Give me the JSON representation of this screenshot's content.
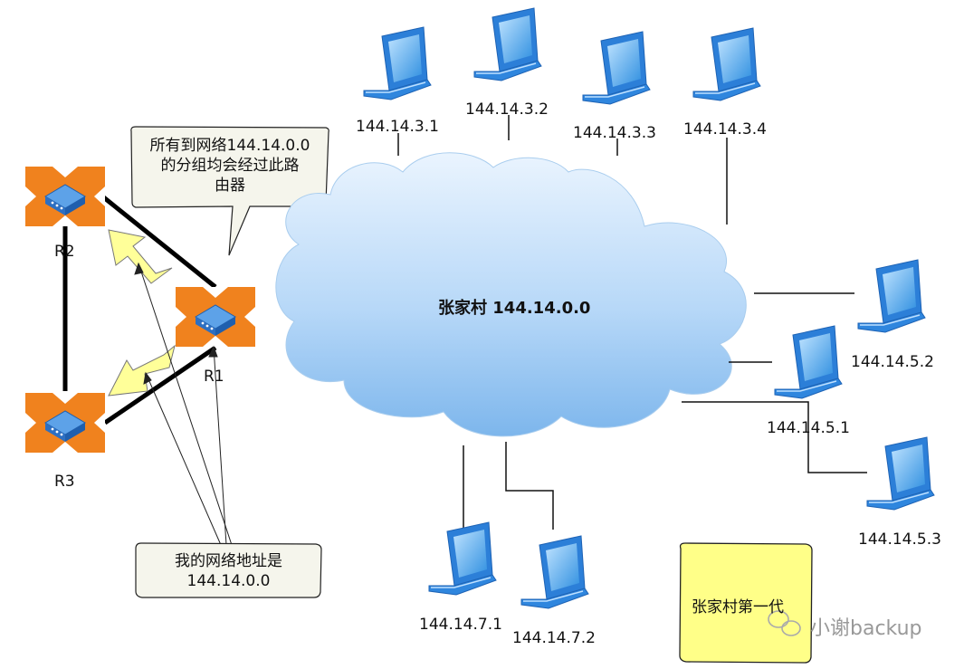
{
  "cloud": {
    "title": "张家村 144.14.0.0"
  },
  "routers": [
    {
      "id": "r1",
      "label": "R1"
    },
    {
      "id": "r2",
      "label": "R2"
    },
    {
      "id": "r3",
      "label": "R3"
    }
  ],
  "hosts": {
    "top": [
      "144.14.3.1",
      "144.14.3.2",
      "144.14.3.3",
      "144.14.3.4"
    ],
    "right": [
      "144.14.5.2",
      "144.14.5.1",
      "144.14.5.3"
    ],
    "bottom": [
      "144.14.7.1",
      "144.14.7.2"
    ]
  },
  "callouts": {
    "top_line1": "所有到网络144.14.0.0",
    "top_line2": "的分组均会经过此路",
    "top_line3": "由器",
    "bottom_line1": "我的网络地址是",
    "bottom_line2": "144.14.0.0"
  },
  "note": {
    "text": "张家村第一代"
  },
  "watermark": {
    "text": "小谢backup"
  },
  "colors": {
    "router_orange": "#F0821E",
    "router_blue": "#3E86D6",
    "cloud_top": "#E4F1FD",
    "cloud_bottom": "#7DB6EC",
    "arrow_fill": "#FFFF99",
    "callout_fill": "#F5F5EC",
    "note_fill": "#FFFF88"
  }
}
